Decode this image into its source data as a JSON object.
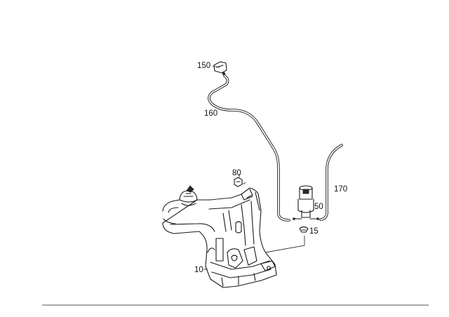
{
  "callouts": {
    "p150": "150",
    "p160": "160",
    "p80": "80",
    "p170": "170",
    "p50": "50",
    "p15": "15",
    "p10": "10"
  },
  "colors": {
    "line": "#1a1a1a",
    "background": "#ffffff",
    "rule": "#555555"
  }
}
